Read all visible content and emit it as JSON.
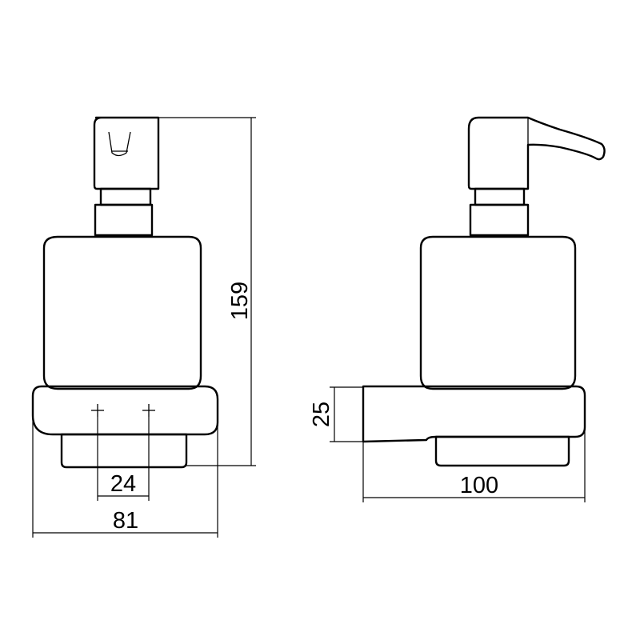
{
  "dimensions": {
    "hole_spacing": "24",
    "total_width": "81",
    "total_height": "159",
    "bracket_height": "25",
    "projection": "100"
  },
  "colors": {
    "line": "#000000",
    "background": "#ffffff"
  }
}
